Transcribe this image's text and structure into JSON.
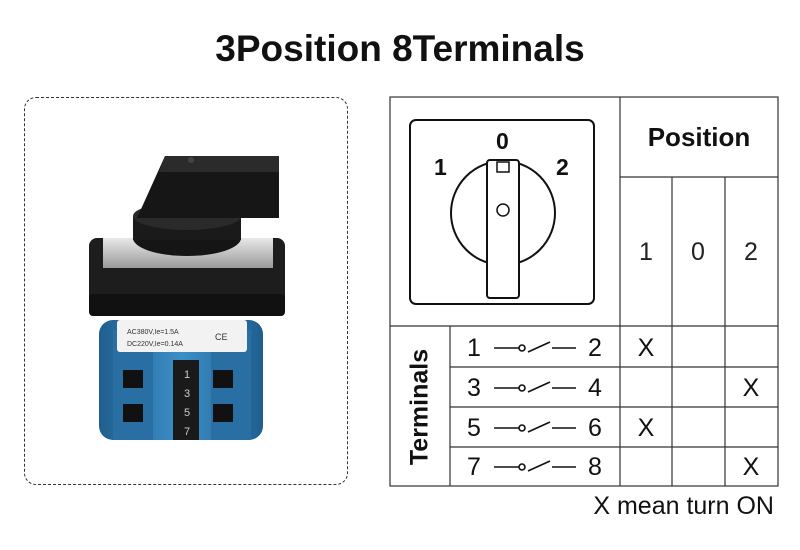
{
  "title": "3Position 8Terminals",
  "product_photo": {
    "label_lines": [
      "AC380V,Ie=1.5A",
      "DC220V,Ie=0.14A"
    ],
    "cert_marks": "CE",
    "side_numbers": [
      "1",
      "3",
      "5",
      "7"
    ]
  },
  "switch_face": {
    "positions": [
      "1",
      "0",
      "2"
    ]
  },
  "table": {
    "position_header": "Position",
    "position_columns": [
      "1",
      "0",
      "2"
    ],
    "terminals_header": "Terminals",
    "rows": [
      {
        "left": "1",
        "right": "2",
        "marks": [
          "X",
          "",
          ""
        ]
      },
      {
        "left": "3",
        "right": "4",
        "marks": [
          "",
          "",
          "X"
        ]
      },
      {
        "left": "5",
        "right": "6",
        "marks": [
          "X",
          "",
          ""
        ]
      },
      {
        "left": "7",
        "right": "8",
        "marks": [
          "",
          "",
          "X"
        ]
      }
    ]
  },
  "footnote": "X mean turn ON"
}
